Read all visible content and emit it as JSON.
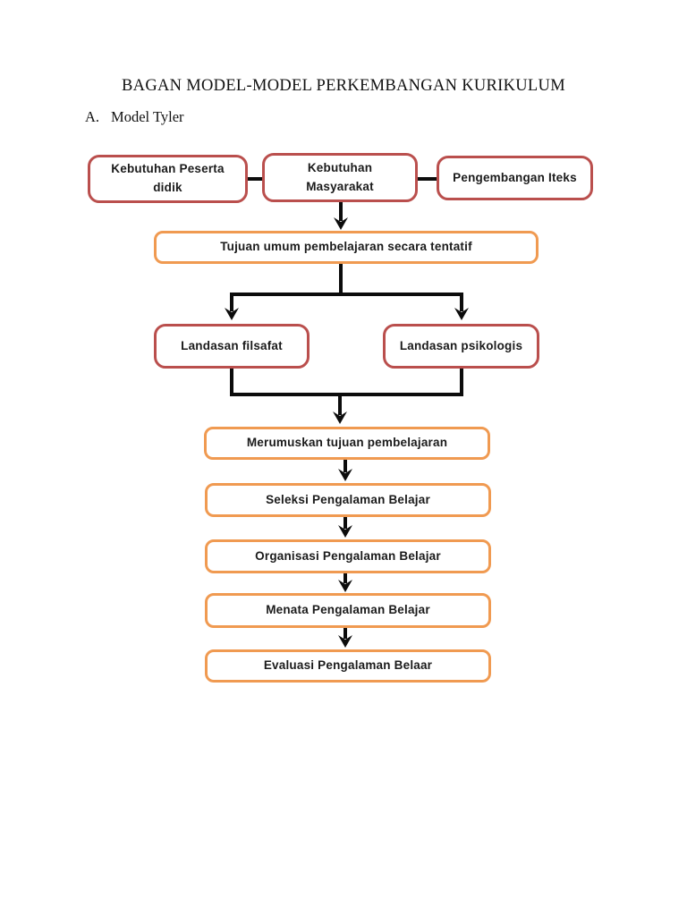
{
  "page": {
    "title": "BAGAN MODEL-MODEL PERKEMBANGAN KURIKULUM",
    "section_marker": "A.",
    "section_title": "Model Tyler"
  },
  "colors": {
    "red_border": "#BA4F4D",
    "orange_border": "#F09A51",
    "connector": "#0c0c0c",
    "text": "#1b1b1b",
    "box_fill": "#ffffff"
  },
  "nodes": {
    "kebutuhan_peserta_didik": {
      "label": "Kebutuhan Peserta didik",
      "style": "red"
    },
    "kebutuhan_masyarakat": {
      "label": "Kebutuhan Masyarakat",
      "style": "red"
    },
    "pengembangan_iteks": {
      "label": "Pengembangan Iteks",
      "style": "red"
    },
    "tujuan_umum": {
      "label": "Tujuan umum pembelajaran secara tentatif",
      "style": "orange"
    },
    "landasan_filsafat": {
      "label": "Landasan filsafat",
      "style": "red"
    },
    "landasan_psikologis": {
      "label": "Landasan psikologis",
      "style": "red"
    },
    "merumuskan_tujuan": {
      "label": "Merumuskan tujuan pembelajaran",
      "style": "orange"
    },
    "seleksi_pengalaman": {
      "label": "Seleksi Pengalaman  Belajar",
      "style": "orange"
    },
    "organisasi_pengalaman": {
      "label": "Organisasi Pengalaman Belajar",
      "style": "orange"
    },
    "menata_pengalaman": {
      "label": "Menata Pengalaman Belajar",
      "style": "orange"
    },
    "evaluasi_pengalaman": {
      "label": "Evaluasi Pengalaman Belaar",
      "style": "orange"
    }
  }
}
